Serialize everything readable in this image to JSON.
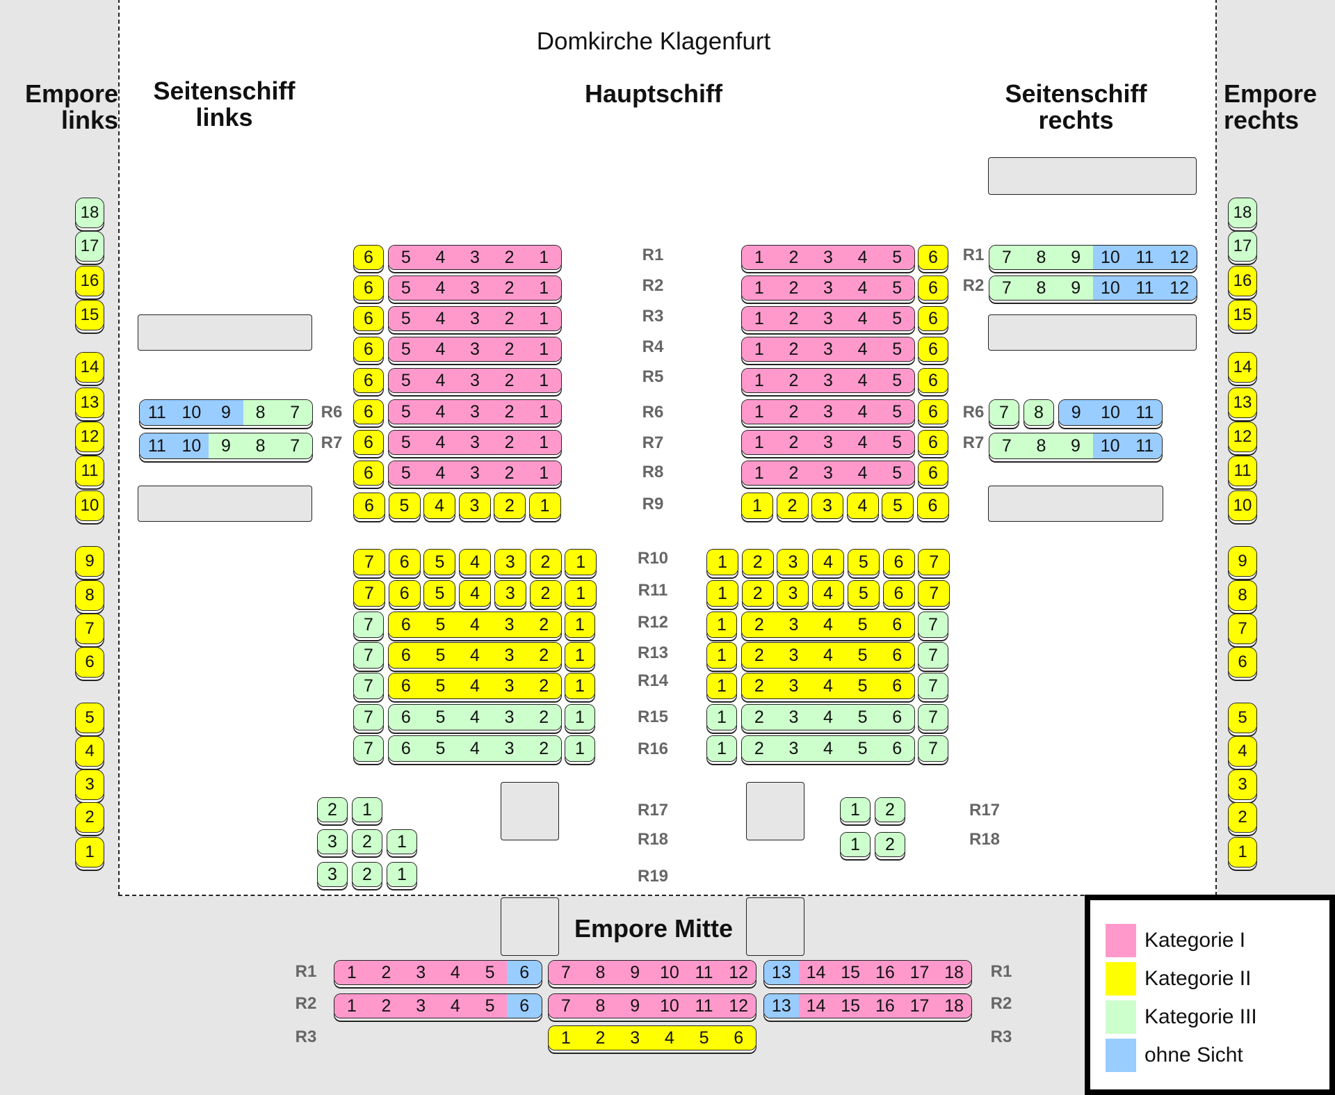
{
  "title": "Domkirche Klagenfurt",
  "sections": {
    "empore_links": [
      "Empore",
      "links"
    ],
    "seitenschiff_links": [
      "Seitenschiff",
      "links"
    ],
    "hauptschiff": "Hauptschiff",
    "seitenschiff_rechts": [
      "Seitenschiff",
      "rechts"
    ],
    "empore_rechts": [
      "Empore",
      "rechts"
    ],
    "empore_mitte": "Empore Mitte"
  },
  "legend": [
    {
      "label": "Kategorie I",
      "color": "#ff99cc",
      "key": "K1"
    },
    {
      "label": "Kategorie II",
      "color": "#ffff00",
      "key": "K2"
    },
    {
      "label": "Kategorie III",
      "color": "#ccffcc",
      "key": "K3"
    },
    {
      "label": "ohne Sicht",
      "color": "#99ccff",
      "key": "OS"
    }
  ],
  "row_labels": {
    "center": [
      "R1",
      "R2",
      "R3",
      "R4",
      "R5",
      "R6",
      "R7",
      "R8",
      "R9",
      "R10",
      "R11",
      "R12",
      "R13",
      "R14",
      "R15",
      "R16",
      "R17",
      "R18",
      "R19"
    ],
    "seitenschiff_links": [
      "R6",
      "R7"
    ],
    "seitenschiff_rechts": [
      "R1",
      "R2",
      "R6",
      "R7"
    ],
    "hauptschiff_rechts_extra": [
      "R17",
      "R18"
    ],
    "empore_mitte_left": [
      "R1",
      "R2",
      "R3"
    ],
    "empore_mitte_right": [
      "R1",
      "R2",
      "R3"
    ]
  },
  "seating": {
    "empore_links": [
      {
        "seat": "18",
        "cat": "K3"
      },
      {
        "seat": "17",
        "cat": "K3"
      },
      {
        "seat": "16",
        "cat": "K2"
      },
      {
        "seat": "15",
        "cat": "K2"
      },
      {
        "seat": "14",
        "cat": "K2"
      },
      {
        "seat": "13",
        "cat": "K2"
      },
      {
        "seat": "12",
        "cat": "K2"
      },
      {
        "seat": "11",
        "cat": "K2"
      },
      {
        "seat": "10",
        "cat": "K2"
      },
      {
        "seat": "9",
        "cat": "K2"
      },
      {
        "seat": "8",
        "cat": "K2"
      },
      {
        "seat": "7",
        "cat": "K2"
      },
      {
        "seat": "6",
        "cat": "K2"
      },
      {
        "seat": "5",
        "cat": "K2"
      },
      {
        "seat": "4",
        "cat": "K2"
      },
      {
        "seat": "3",
        "cat": "K2"
      },
      {
        "seat": "2",
        "cat": "K2"
      },
      {
        "seat": "1",
        "cat": "K2"
      }
    ],
    "empore_rechts": [
      {
        "seat": "18",
        "cat": "K3"
      },
      {
        "seat": "17",
        "cat": "K3"
      },
      {
        "seat": "16",
        "cat": "K2"
      },
      {
        "seat": "15",
        "cat": "K2"
      },
      {
        "seat": "14",
        "cat": "K2"
      },
      {
        "seat": "13",
        "cat": "K2"
      },
      {
        "seat": "12",
        "cat": "K2"
      },
      {
        "seat": "11",
        "cat": "K2"
      },
      {
        "seat": "10",
        "cat": "K2"
      },
      {
        "seat": "9",
        "cat": "K2"
      },
      {
        "seat": "8",
        "cat": "K2"
      },
      {
        "seat": "7",
        "cat": "K2"
      },
      {
        "seat": "6",
        "cat": "K2"
      },
      {
        "seat": "5",
        "cat": "K2"
      },
      {
        "seat": "4",
        "cat": "K2"
      },
      {
        "seat": "3",
        "cat": "K2"
      },
      {
        "seat": "2",
        "cat": "K2"
      },
      {
        "seat": "1",
        "cat": "K2"
      }
    ],
    "hauptschiff_left": {
      "R1_R8": [
        {
          "seats": [
            "6"
          ],
          "cat": "K2"
        },
        {
          "seats": [
            "5",
            "4",
            "3",
            "2",
            "1"
          ],
          "cat": "K1"
        }
      ],
      "R9": [
        "6",
        "5",
        "4",
        "3",
        "2",
        "1"
      ],
      "R10_R11": [
        "7",
        "6",
        "5",
        "4",
        "3",
        "2",
        "1"
      ],
      "R12_R14": [
        {
          "seats": [
            "7"
          ],
          "cat": "K3"
        },
        {
          "seats": [
            "6",
            "5",
            "4",
            "3",
            "2"
          ],
          "cat": "K2"
        },
        {
          "seats": [
            "1"
          ],
          "cat": "K2"
        }
      ],
      "R15_R16": [
        {
          "seats": [
            "7"
          ],
          "cat": "K3"
        },
        {
          "seats": [
            "6",
            "5",
            "4",
            "3",
            "2"
          ],
          "cat": "K3"
        },
        {
          "seats": [
            "1"
          ],
          "cat": "K3"
        }
      ],
      "R17": [
        "2",
        "1"
      ],
      "R18": [
        "3",
        "2",
        "1"
      ],
      "R19": [
        "3",
        "2",
        "1"
      ]
    },
    "hauptschiff_right": {
      "R1_R8": [
        {
          "seats": [
            "1",
            "2",
            "3",
            "4",
            "5"
          ],
          "cat": "K1"
        },
        {
          "seats": [
            "6"
          ],
          "cat": "K2"
        }
      ],
      "R9": [
        "1",
        "2",
        "3",
        "4",
        "5",
        "6"
      ],
      "R10_R11": [
        "1",
        "2",
        "3",
        "4",
        "5",
        "6",
        "7"
      ],
      "R12_R14": [
        {
          "seats": [
            "1"
          ],
          "cat": "K2"
        },
        {
          "seats": [
            "2",
            "3",
            "4",
            "5",
            "6"
          ],
          "cat": "K2"
        },
        {
          "seats": [
            "7"
          ],
          "cat": "K3"
        }
      ],
      "R15_R16": [
        {
          "seats": [
            "1"
          ],
          "cat": "K3"
        },
        {
          "seats": [
            "2",
            "3",
            "4",
            "5",
            "6"
          ],
          "cat": "K3"
        },
        {
          "seats": [
            "7"
          ],
          "cat": "K3"
        }
      ],
      "R17": [
        "1",
        "2"
      ],
      "R18": [
        "1",
        "2"
      ]
    },
    "seitenschiff_links": {
      "R6": [
        {
          "seat": "11",
          "cat": "OS"
        },
        {
          "seat": "10",
          "cat": "OS"
        },
        {
          "seat": "9",
          "cat": "OS"
        },
        {
          "seat": "8",
          "cat": "K3"
        },
        {
          "seat": "7",
          "cat": "K3"
        }
      ],
      "R7": [
        {
          "seat": "11",
          "cat": "OS"
        },
        {
          "seat": "10",
          "cat": "OS"
        },
        {
          "seat": "9",
          "cat": "K3"
        },
        {
          "seat": "8",
          "cat": "K3"
        },
        {
          "seat": "7",
          "cat": "K3"
        }
      ]
    },
    "seitenschiff_rechts": {
      "R1": [
        {
          "seat": "7",
          "cat": "K3"
        },
        {
          "seat": "8",
          "cat": "K3"
        },
        {
          "seat": "9",
          "cat": "K3"
        },
        {
          "seat": "10",
          "cat": "OS"
        },
        {
          "seat": "11",
          "cat": "OS"
        },
        {
          "seat": "12",
          "cat": "OS"
        }
      ],
      "R2": [
        {
          "seat": "7",
          "cat": "K3"
        },
        {
          "seat": "8",
          "cat": "K3"
        },
        {
          "seat": "9",
          "cat": "K3"
        },
        {
          "seat": "10",
          "cat": "OS"
        },
        {
          "seat": "11",
          "cat": "OS"
        },
        {
          "seat": "12",
          "cat": "OS"
        }
      ],
      "R6": [
        {
          "seat": "7",
          "cat": "K3"
        },
        {
          "seat": "8",
          "cat": "K3"
        },
        {
          "seat": "9",
          "cat": "OS"
        },
        {
          "seat": "10",
          "cat": "OS"
        },
        {
          "seat": "11",
          "cat": "OS"
        }
      ],
      "R7": [
        {
          "seat": "7",
          "cat": "K3"
        },
        {
          "seat": "8",
          "cat": "K3"
        },
        {
          "seat": "9",
          "cat": "K3"
        },
        {
          "seat": "10",
          "cat": "OS"
        },
        {
          "seat": "11",
          "cat": "OS"
        }
      ]
    },
    "empore_mitte": {
      "R1_R2_A": [
        {
          "seat": "1",
          "cat": "K1"
        },
        {
          "seat": "2",
          "cat": "K1"
        },
        {
          "seat": "3",
          "cat": "K1"
        },
        {
          "seat": "4",
          "cat": "K1"
        },
        {
          "seat": "5",
          "cat": "K1"
        },
        {
          "seat": "6",
          "cat": "OS"
        }
      ],
      "R1_R2_B": [
        "7",
        "8",
        "9",
        "10",
        "11",
        "12"
      ],
      "R1_R2_C": [
        {
          "seat": "13",
          "cat": "OS"
        },
        {
          "seat": "14",
          "cat": "K1"
        },
        {
          "seat": "15",
          "cat": "K1"
        },
        {
          "seat": "16",
          "cat": "K1"
        },
        {
          "seat": "17",
          "cat": "K1"
        },
        {
          "seat": "18",
          "cat": "K1"
        }
      ],
      "R3": [
        "1",
        "2",
        "3",
        "4",
        "5",
        "6"
      ]
    }
  }
}
